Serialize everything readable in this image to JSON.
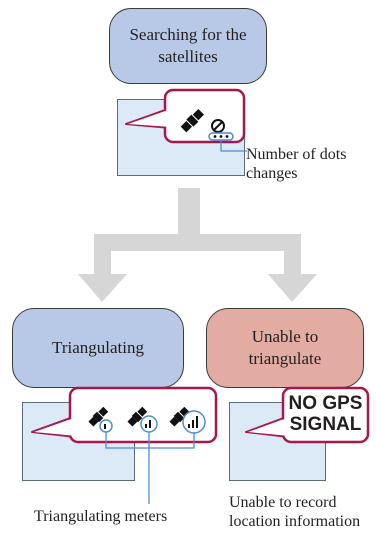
{
  "steps": {
    "searching": "Searching for the satellites",
    "triangulating": "Triangulating",
    "unable": "Unable to triangulate"
  },
  "annotations": {
    "dots": "Number of dots changes",
    "meters": "Triangulating meters",
    "record": "Unable to record location information"
  },
  "status_display": {
    "no_gps_line1": "NO GPS",
    "no_gps_line2": "SIGNAL"
  },
  "icons": [
    "satellite-searching-icon",
    "satellite-1bar-icon",
    "satellite-2bar-icon",
    "satellite-3bar-icon"
  ],
  "colors": {
    "blue_box": "#b7c9e6",
    "pink_box": "#e2aca3",
    "callout_border": "#a8174a",
    "screen": "#dce9f6",
    "leader_line": "#4a8ed1",
    "arrow": "#d6d6d6"
  }
}
